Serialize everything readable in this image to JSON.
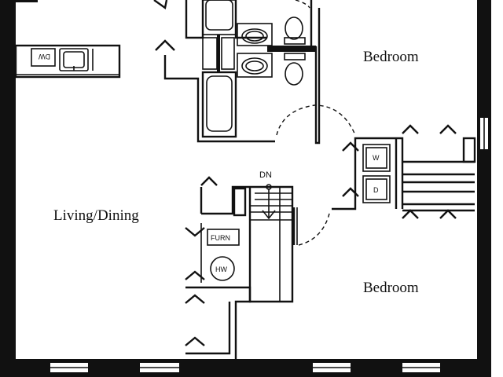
{
  "rooms": {
    "living_dining": "Living/Dining",
    "bedroom_top": "Bedroom",
    "bedroom_bottom": "Bedroom"
  },
  "fixtures": {
    "dishwasher": "DW",
    "washer": "W",
    "dryer": "D",
    "furnace": "FURN",
    "water_heater": "HW"
  },
  "stairs": {
    "direction": "DN"
  },
  "colors": {
    "wall": "#111111",
    "background": "#ffffff"
  }
}
